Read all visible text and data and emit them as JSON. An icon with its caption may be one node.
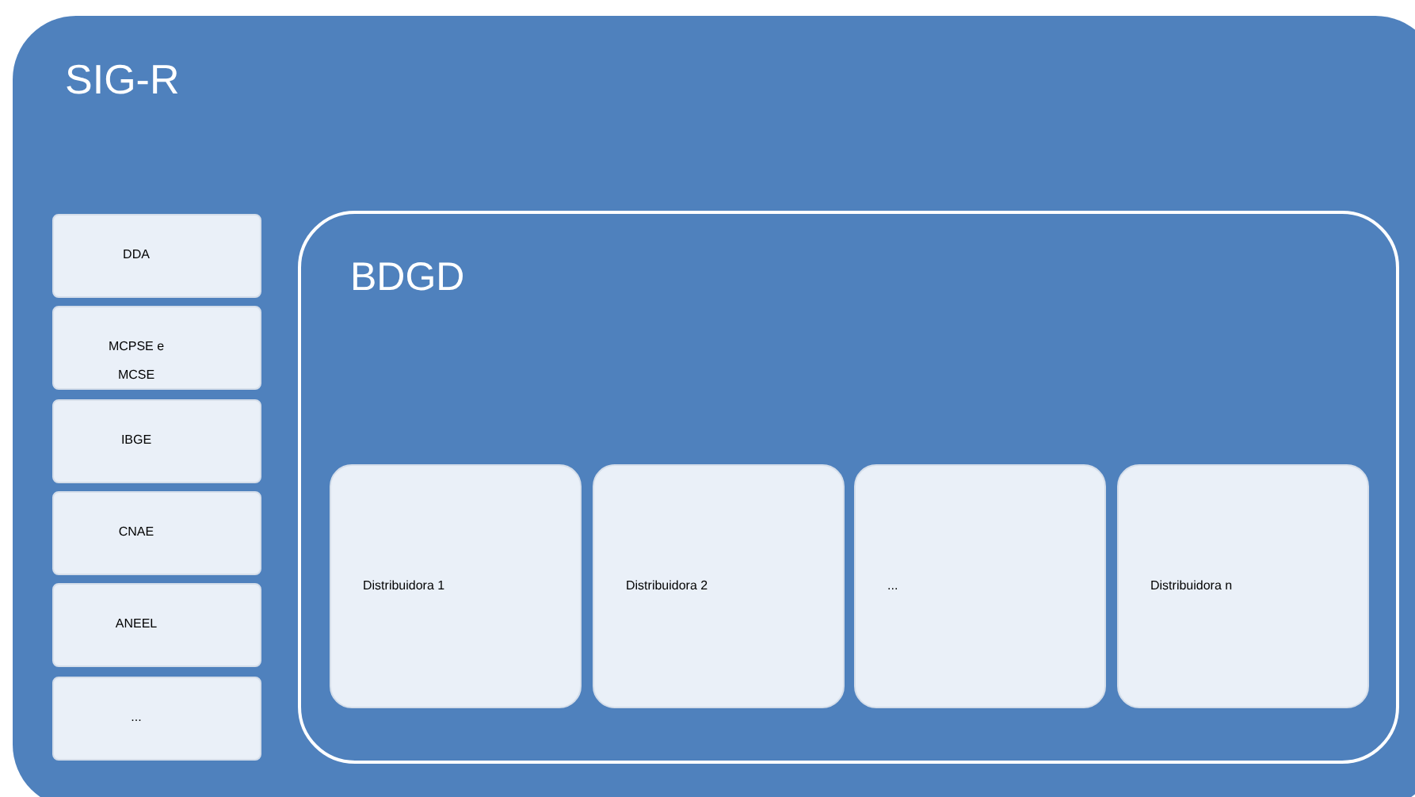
{
  "diagram": {
    "nodes": [
      {
        "text": [
          "SIG-R"
        ]
      },
      {
        "text": [
          "DDA"
        ],
        "in": 0
      },
      {
        "text": [
          "MCPSE e MCSE"
        ],
        "in": 0
      },
      {
        "text": [
          "IBGE"
        ],
        "in": 0
      },
      {
        "text": [
          "CNAE"
        ],
        "in": 0
      },
      {
        "text": [
          "ANEEL"
        ],
        "in": 0
      },
      {
        "text": [
          "..."
        ],
        "in": 0
      },
      {
        "text": [
          "BDGD"
        ],
        "in": 0
      },
      {
        "text": [
          "Distribuidora 1"
        ],
        "in": 7
      },
      {
        "text": [
          "Distribuidora 2"
        ],
        "in": 7
      },
      {
        "text": [
          "..."
        ],
        "in": 7
      },
      {
        "text": [
          "Distribuidora n"
        ],
        "in": 7
      }
    ]
  }
}
